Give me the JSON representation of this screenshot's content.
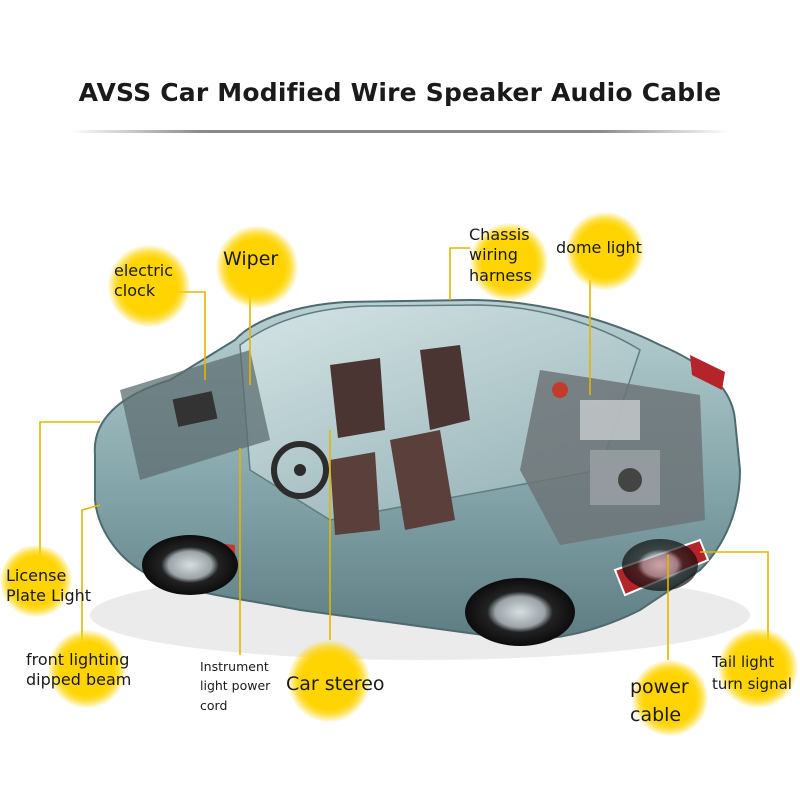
{
  "title": "AVSS Car Modified Wire Speaker Audio Cable",
  "callouts": {
    "electric_clock": "electric\nclock",
    "wiper": "Wiper",
    "chassis_wiring_harness": "Chassis\nwiring\nharness",
    "dome_light": "dome light",
    "license_plate_light": "License\nPlate Light",
    "front_lighting": "front lighting\ndipped beam",
    "instrument_light": "Instrument\nlight power\ncord",
    "car_stereo": "Car stereo",
    "power_cable": "power\ncable",
    "tail_light": "Tail light\nturn signal"
  },
  "colors": {
    "accent": "#ffd400",
    "leader_line": "#e3b500",
    "car_body": "#7f9fa3",
    "text": "#1a1a1a"
  }
}
